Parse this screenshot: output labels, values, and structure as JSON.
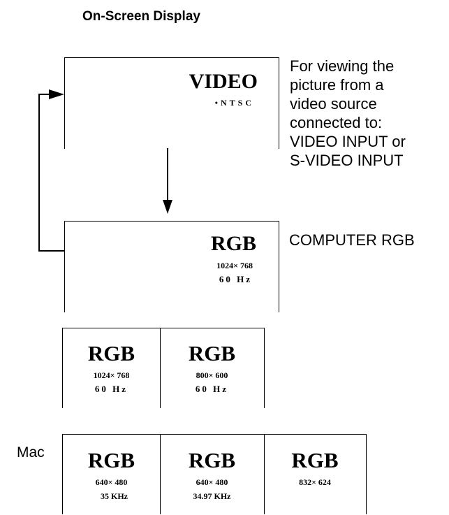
{
  "title": "On-Screen Display",
  "video_screen": {
    "mode": "VIDEO",
    "signal": "•NTSC"
  },
  "video_description": [
    "For viewing the",
    "picture from a",
    "video source",
    "connected to:",
    "VIDEO INPUT or",
    "S-VIDEO INPUT"
  ],
  "rgb_screen": {
    "mode": "RGB",
    "resolution": "1024× 768",
    "refresh": "60 Hz"
  },
  "rgb_description": "COMPUTER RGB",
  "row2": [
    {
      "mode": "RGB",
      "resolution": "1024× 768",
      "refresh": "60 Hz"
    },
    {
      "mode": "RGB",
      "resolution": "800× 600",
      "refresh": "60 Hz"
    }
  ],
  "mac_label": "Mac",
  "row3": [
    {
      "mode": "RGB",
      "resolution": "640× 480",
      "refresh": "35 KHz"
    },
    {
      "mode": "RGB",
      "resolution": "640× 480",
      "refresh": "34.97 KHz"
    },
    {
      "mode": "RGB",
      "resolution": "832× 624"
    }
  ]
}
